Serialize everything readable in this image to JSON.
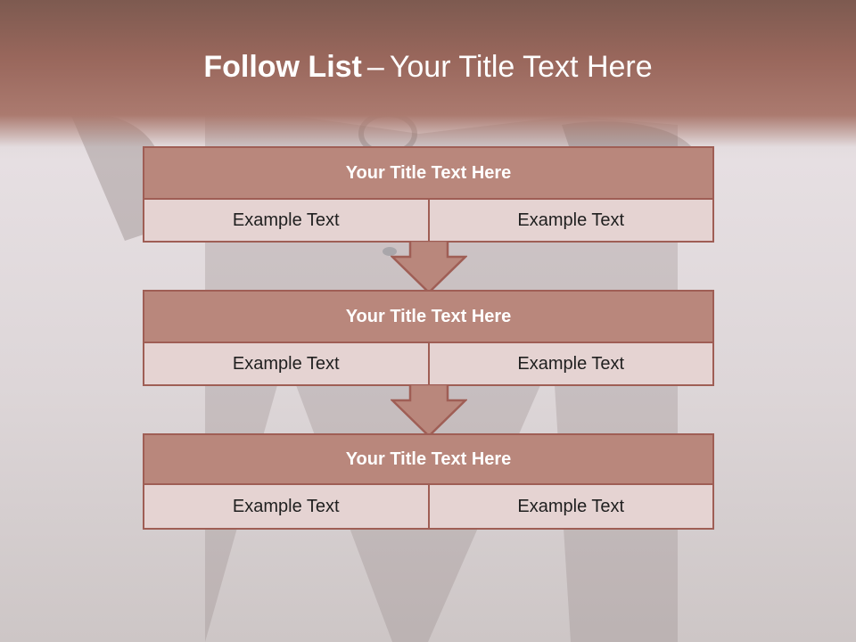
{
  "slide": {
    "title_bold": "Follow List",
    "title_separator": "–",
    "title_rest": "Your Title Text Here"
  },
  "blocks": [
    {
      "title": "Your Title Text Here",
      "left": "Example Text",
      "right": "Example Text"
    },
    {
      "title": "Your Title Text Here",
      "left": "Example Text",
      "right": "Example Text"
    },
    {
      "title": "Your Title Text Here",
      "left": "Example Text",
      "right": "Example Text"
    }
  ],
  "colors": {
    "header_band": "#99675c",
    "block_head": "#b9877c",
    "block_cell": "#e5d3d2",
    "border": "#9f5e55"
  }
}
